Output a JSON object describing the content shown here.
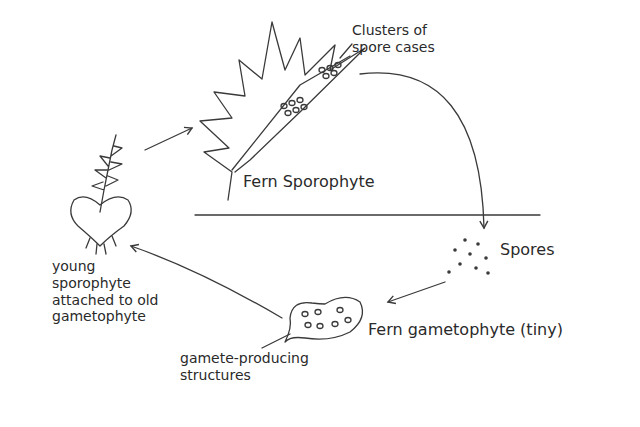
{
  "diagram": {
    "labels": [
      "Clusters of spore cases",
      "Fern Sporophyte",
      "Spores",
      "Fern gametophyte (tiny)",
      "gamete-producing structures",
      "young sporophyte attached to old gametophyte"
    ]
  }
}
